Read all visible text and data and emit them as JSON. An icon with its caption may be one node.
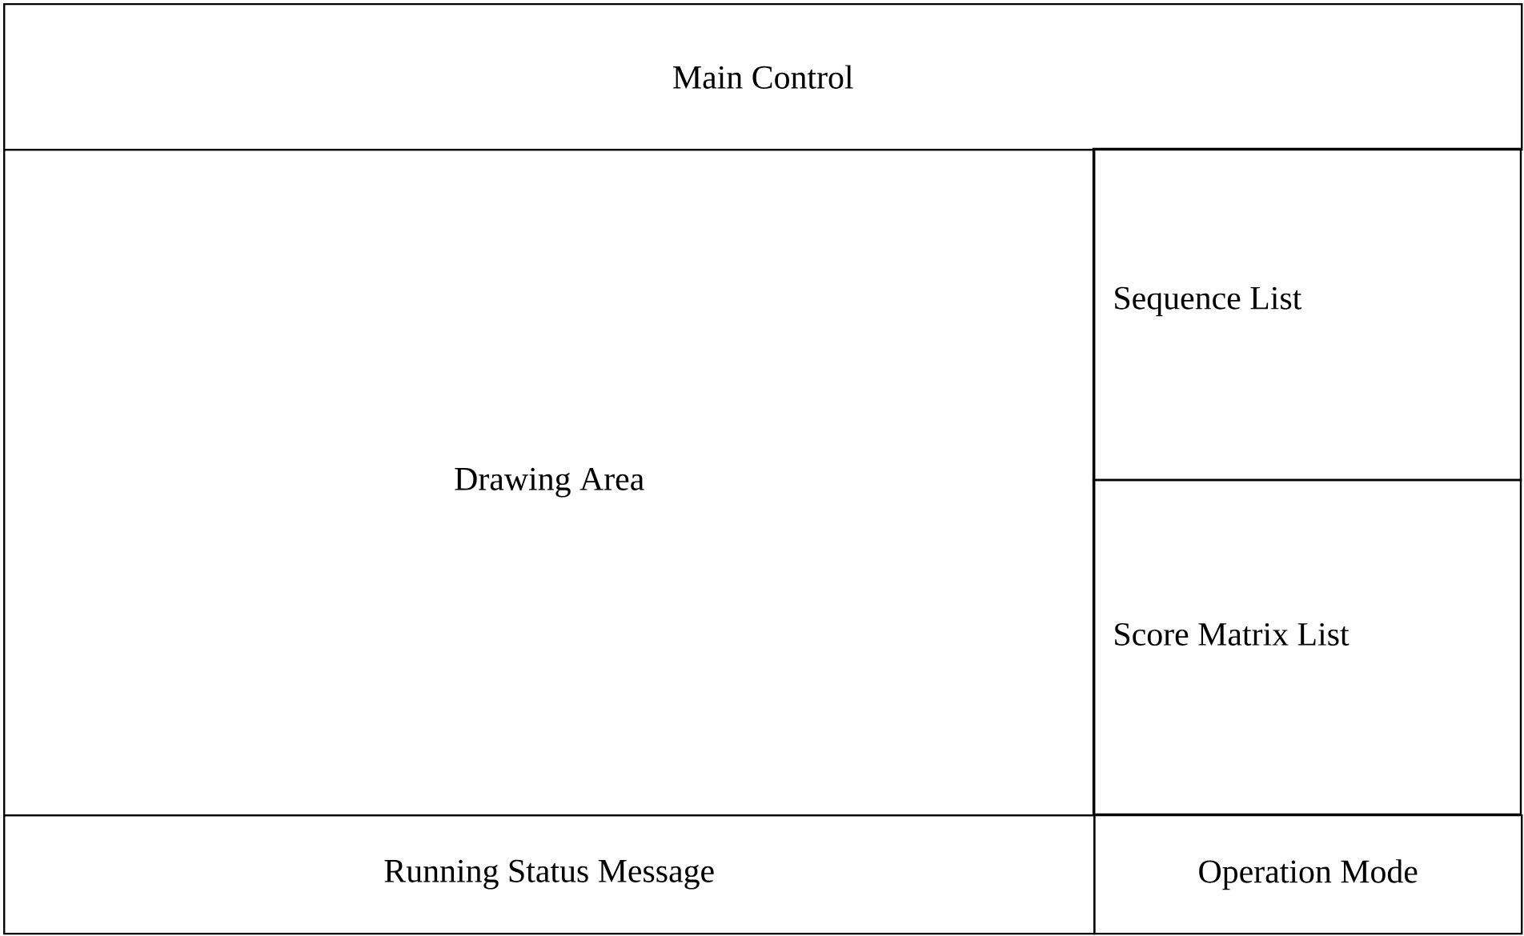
{
  "diagram": {
    "nodes": [
      {
        "text": [
          "Main Control"
        ]
      },
      {
        "text": [
          "Drawing Area"
        ]
      },
      {
        "text": [
          "Sequence List"
        ]
      },
      {
        "text": [
          "Score Matrix List"
        ]
      },
      {
        "text": [
          "Running Status Message"
        ]
      },
      {
        "text": [
          "Operation Mode"
        ]
      }
    ]
  }
}
